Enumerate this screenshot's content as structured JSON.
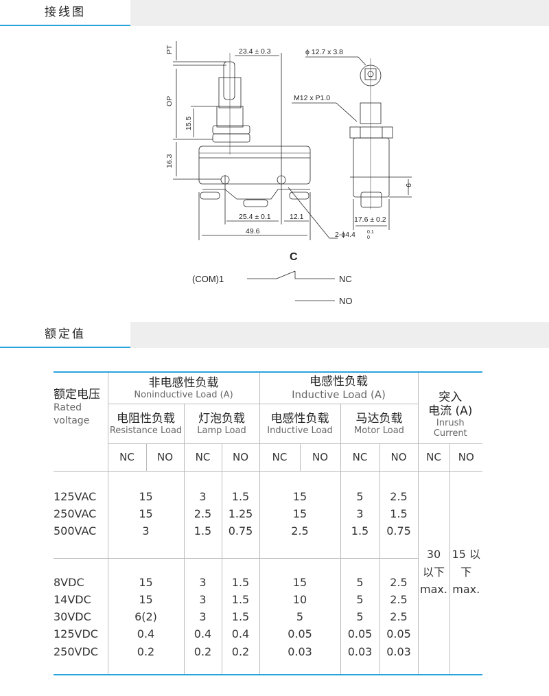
{
  "sections": {
    "wiring": "接线图",
    "rating": "额定值"
  },
  "diagram": {
    "dims": {
      "pt": "PT",
      "op": "OP",
      "d155": "15.5",
      "d163": "16.3",
      "d234": "23.4 ± 0.3",
      "d254": "25.4 ± 0.1",
      "d121": "12.1",
      "d496": "49.6",
      "hole": "2-ϕ4.4",
      "hole_tol_top": "0.1",
      "hole_tol_bot": "0",
      "roller": "ϕ 12.7 x 3.8",
      "thread": "M12 x P1.0",
      "d9": "9",
      "d176": "17.6 ± 0.2"
    },
    "circuit": {
      "c": "C",
      "com": "(COM)1",
      "nc": "NC",
      "no": "NO"
    }
  },
  "table": {
    "rated_zh": "额定电压",
    "rated_en": "Rated voltage",
    "noninductive_zh": "非电感性负载",
    "noninductive_en": "Noninductive Load (A)",
    "inductive_zh": "电感性负载",
    "inductive_en": "Inductive Load (A)",
    "inrush_zh1": "突入",
    "inrush_zh2": "电流 (A)",
    "inrush_en": "Inrush Current",
    "resistance_zh": "电阻性负载",
    "resistance_en": "Resistance Load",
    "lamp_zh": "灯泡负载",
    "lamp_en": "Lamp Load",
    "ind_zh": "电感性负载",
    "ind_en": "Inductive Load",
    "motor_zh": "马达负载",
    "motor_en": "Motor Load",
    "nc": "NC",
    "no": "NO",
    "ac": {
      "voltages": [
        "125VAC",
        "250VAC",
        "500VAC"
      ],
      "resistance": [
        "15",
        "15",
        "3"
      ],
      "lamp_nc": [
        "3",
        "2.5",
        "1.5"
      ],
      "lamp_no": [
        "1.5",
        "1.25",
        "0.75"
      ],
      "inductive": [
        "15",
        "15",
        "2.5"
      ],
      "motor_nc": [
        "5",
        "3",
        "1.5"
      ],
      "motor_no": [
        "2.5",
        "1.5",
        "0.75"
      ]
    },
    "dc": {
      "voltages": [
        "8VDC",
        "14VDC",
        "30VDC",
        "125VDC",
        "250VDC"
      ],
      "resistance": [
        "15",
        "15",
        "6(2)",
        "0.4",
        "0.2"
      ],
      "lamp_nc": [
        "3",
        "3",
        "3",
        "0.4",
        "0.2"
      ],
      "lamp_no": [
        "1.5",
        "1.5",
        "1.5",
        "0.4",
        "0.2"
      ],
      "inductive": [
        "15",
        "10",
        "5",
        "0.05",
        "0.03"
      ],
      "motor_nc": [
        "5",
        "5",
        "5",
        "0.05",
        "0.03"
      ],
      "motor_no": [
        "2.5",
        "2.5",
        "2.5",
        "0.05",
        "0.03"
      ]
    },
    "inrush_nc": [
      "30",
      "以下",
      "max."
    ],
    "inrush_no": [
      "15 以",
      "下",
      "max."
    ]
  }
}
